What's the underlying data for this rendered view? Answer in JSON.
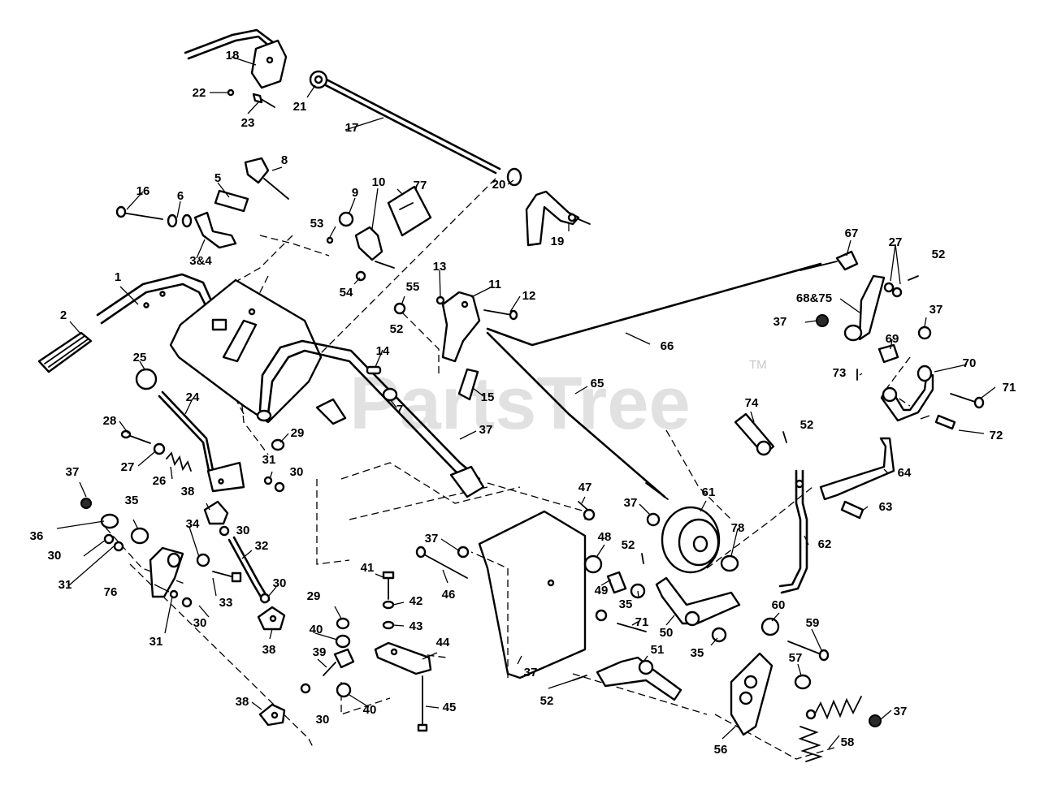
{
  "watermark": {
    "text": "PartsTree",
    "trademark": "TM"
  },
  "callouts": [
    {
      "id": "c1",
      "label": "1"
    },
    {
      "id": "c2",
      "label": "2"
    },
    {
      "id": "c3",
      "label": "3&4"
    },
    {
      "id": "c5",
      "label": "5"
    },
    {
      "id": "c6",
      "label": "6"
    },
    {
      "id": "c7",
      "label": "7"
    },
    {
      "id": "c8",
      "label": "8"
    },
    {
      "id": "c9",
      "label": "9"
    },
    {
      "id": "c10",
      "label": "10"
    },
    {
      "id": "c11",
      "label": "11"
    },
    {
      "id": "c12",
      "label": "12"
    },
    {
      "id": "c13",
      "label": "13"
    },
    {
      "id": "c14",
      "label": "14"
    },
    {
      "id": "c15",
      "label": "15"
    },
    {
      "id": "c16",
      "label": "16"
    },
    {
      "id": "c17",
      "label": "17"
    },
    {
      "id": "c18",
      "label": "18"
    },
    {
      "id": "c19",
      "label": "19"
    },
    {
      "id": "c20",
      "label": "20"
    },
    {
      "id": "c21",
      "label": "21"
    },
    {
      "id": "c22",
      "label": "22"
    },
    {
      "id": "c23",
      "label": "23"
    },
    {
      "id": "c24",
      "label": "24"
    },
    {
      "id": "c25",
      "label": "25"
    },
    {
      "id": "c26",
      "label": "26"
    },
    {
      "id": "c27a",
      "label": "27"
    },
    {
      "id": "c27b",
      "label": "27"
    },
    {
      "id": "c28",
      "label": "28"
    },
    {
      "id": "c29a",
      "label": "29"
    },
    {
      "id": "c29b",
      "label": "29"
    },
    {
      "id": "c30a",
      "label": "30"
    },
    {
      "id": "c30b",
      "label": "30"
    },
    {
      "id": "c30c",
      "label": "30"
    },
    {
      "id": "c30d",
      "label": "30"
    },
    {
      "id": "c30e",
      "label": "30"
    },
    {
      "id": "c30f",
      "label": "30"
    },
    {
      "id": "c31a",
      "label": "31"
    },
    {
      "id": "c31b",
      "label": "31"
    },
    {
      "id": "c31c",
      "label": "31"
    },
    {
      "id": "c32",
      "label": "32"
    },
    {
      "id": "c33",
      "label": "33"
    },
    {
      "id": "c34",
      "label": "34"
    },
    {
      "id": "c35a",
      "label": "35"
    },
    {
      "id": "c35b",
      "label": "35"
    },
    {
      "id": "c35c",
      "label": "35"
    },
    {
      "id": "c36",
      "label": "36"
    },
    {
      "id": "c37a",
      "label": "37"
    },
    {
      "id": "c37b",
      "label": "37"
    },
    {
      "id": "c37c",
      "label": "37"
    },
    {
      "id": "c37d",
      "label": "37"
    },
    {
      "id": "c37e",
      "label": "37"
    },
    {
      "id": "c37f",
      "label": "37"
    },
    {
      "id": "c37g",
      "label": "37"
    },
    {
      "id": "c37h",
      "label": "37"
    },
    {
      "id": "c38a",
      "label": "38"
    },
    {
      "id": "c38b",
      "label": "38"
    },
    {
      "id": "c38c",
      "label": "38"
    },
    {
      "id": "c39",
      "label": "39"
    },
    {
      "id": "c40a",
      "label": "40"
    },
    {
      "id": "c40b",
      "label": "40"
    },
    {
      "id": "c41",
      "label": "41"
    },
    {
      "id": "c42",
      "label": "42"
    },
    {
      "id": "c43",
      "label": "43"
    },
    {
      "id": "c44",
      "label": "44"
    },
    {
      "id": "c45",
      "label": "45"
    },
    {
      "id": "c46",
      "label": "46"
    },
    {
      "id": "c47",
      "label": "47"
    },
    {
      "id": "c48",
      "label": "48"
    },
    {
      "id": "c49",
      "label": "49"
    },
    {
      "id": "c50",
      "label": "50"
    },
    {
      "id": "c51",
      "label": "51"
    },
    {
      "id": "c52a",
      "label": "52"
    },
    {
      "id": "c52b",
      "label": "52"
    },
    {
      "id": "c52c",
      "label": "52"
    },
    {
      "id": "c52d",
      "label": "52"
    },
    {
      "id": "c52e",
      "label": "52"
    },
    {
      "id": "c53",
      "label": "53"
    },
    {
      "id": "c54",
      "label": "54"
    },
    {
      "id": "c55",
      "label": "55"
    },
    {
      "id": "c56",
      "label": "56"
    },
    {
      "id": "c57",
      "label": "57"
    },
    {
      "id": "c58",
      "label": "58"
    },
    {
      "id": "c59",
      "label": "59"
    },
    {
      "id": "c60",
      "label": "60"
    },
    {
      "id": "c61",
      "label": "61"
    },
    {
      "id": "c62",
      "label": "62"
    },
    {
      "id": "c63",
      "label": "63"
    },
    {
      "id": "c64",
      "label": "64"
    },
    {
      "id": "c65",
      "label": "65"
    },
    {
      "id": "c66",
      "label": "66"
    },
    {
      "id": "c67",
      "label": "67"
    },
    {
      "id": "c68",
      "label": "68&75"
    },
    {
      "id": "c69",
      "label": "69"
    },
    {
      "id": "c70",
      "label": "70"
    },
    {
      "id": "c71a",
      "label": "71"
    },
    {
      "id": "c71b",
      "label": "71"
    },
    {
      "id": "c72",
      "label": "72"
    },
    {
      "id": "c73",
      "label": "73"
    },
    {
      "id": "c74",
      "label": "74"
    },
    {
      "id": "c76",
      "label": "76"
    },
    {
      "id": "c77",
      "label": "77"
    },
    {
      "id": "c78",
      "label": "78"
    }
  ]
}
